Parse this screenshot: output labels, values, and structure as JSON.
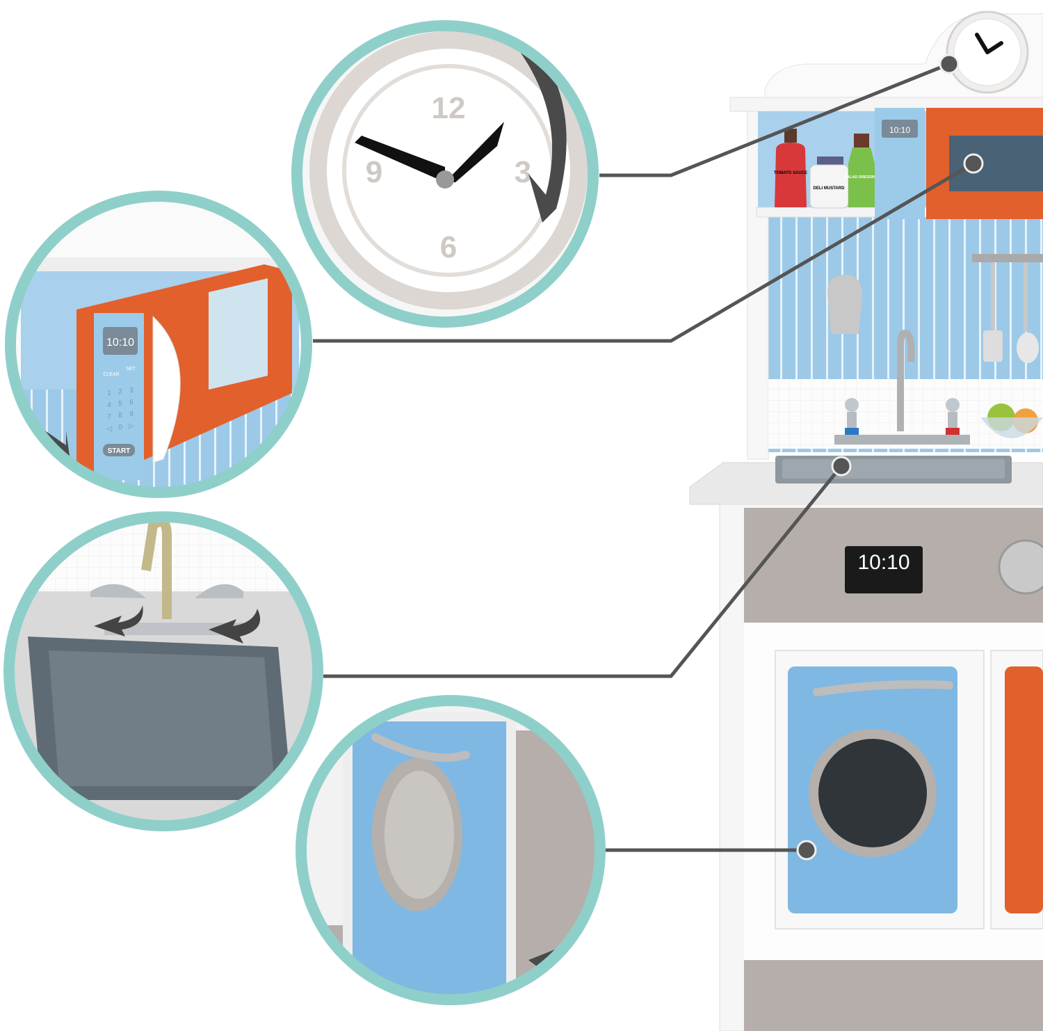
{
  "clock": {
    "numerals": [
      "12",
      "3",
      "6",
      "9"
    ]
  },
  "microwave": {
    "display": "10:10",
    "clear_label": "CLEAR",
    "set_label": "SET",
    "start_label": "START",
    "keys": [
      "1",
      "2",
      "3",
      "4",
      "5",
      "6",
      "7",
      "8",
      "9",
      "◁",
      "0",
      "▷"
    ]
  },
  "condiments": {
    "tomato": "TOMATO SAUCE",
    "mustard": "DELI MUSTARD",
    "dressing": "SALAD DRESSING"
  },
  "oven": {
    "display": "10:10"
  },
  "colors": {
    "teal_ring": "#8fcfc9",
    "callout_line": "#555555",
    "orange": "#e0602e",
    "blue": "#7fb8e2",
    "grey": "#b5aeab"
  }
}
